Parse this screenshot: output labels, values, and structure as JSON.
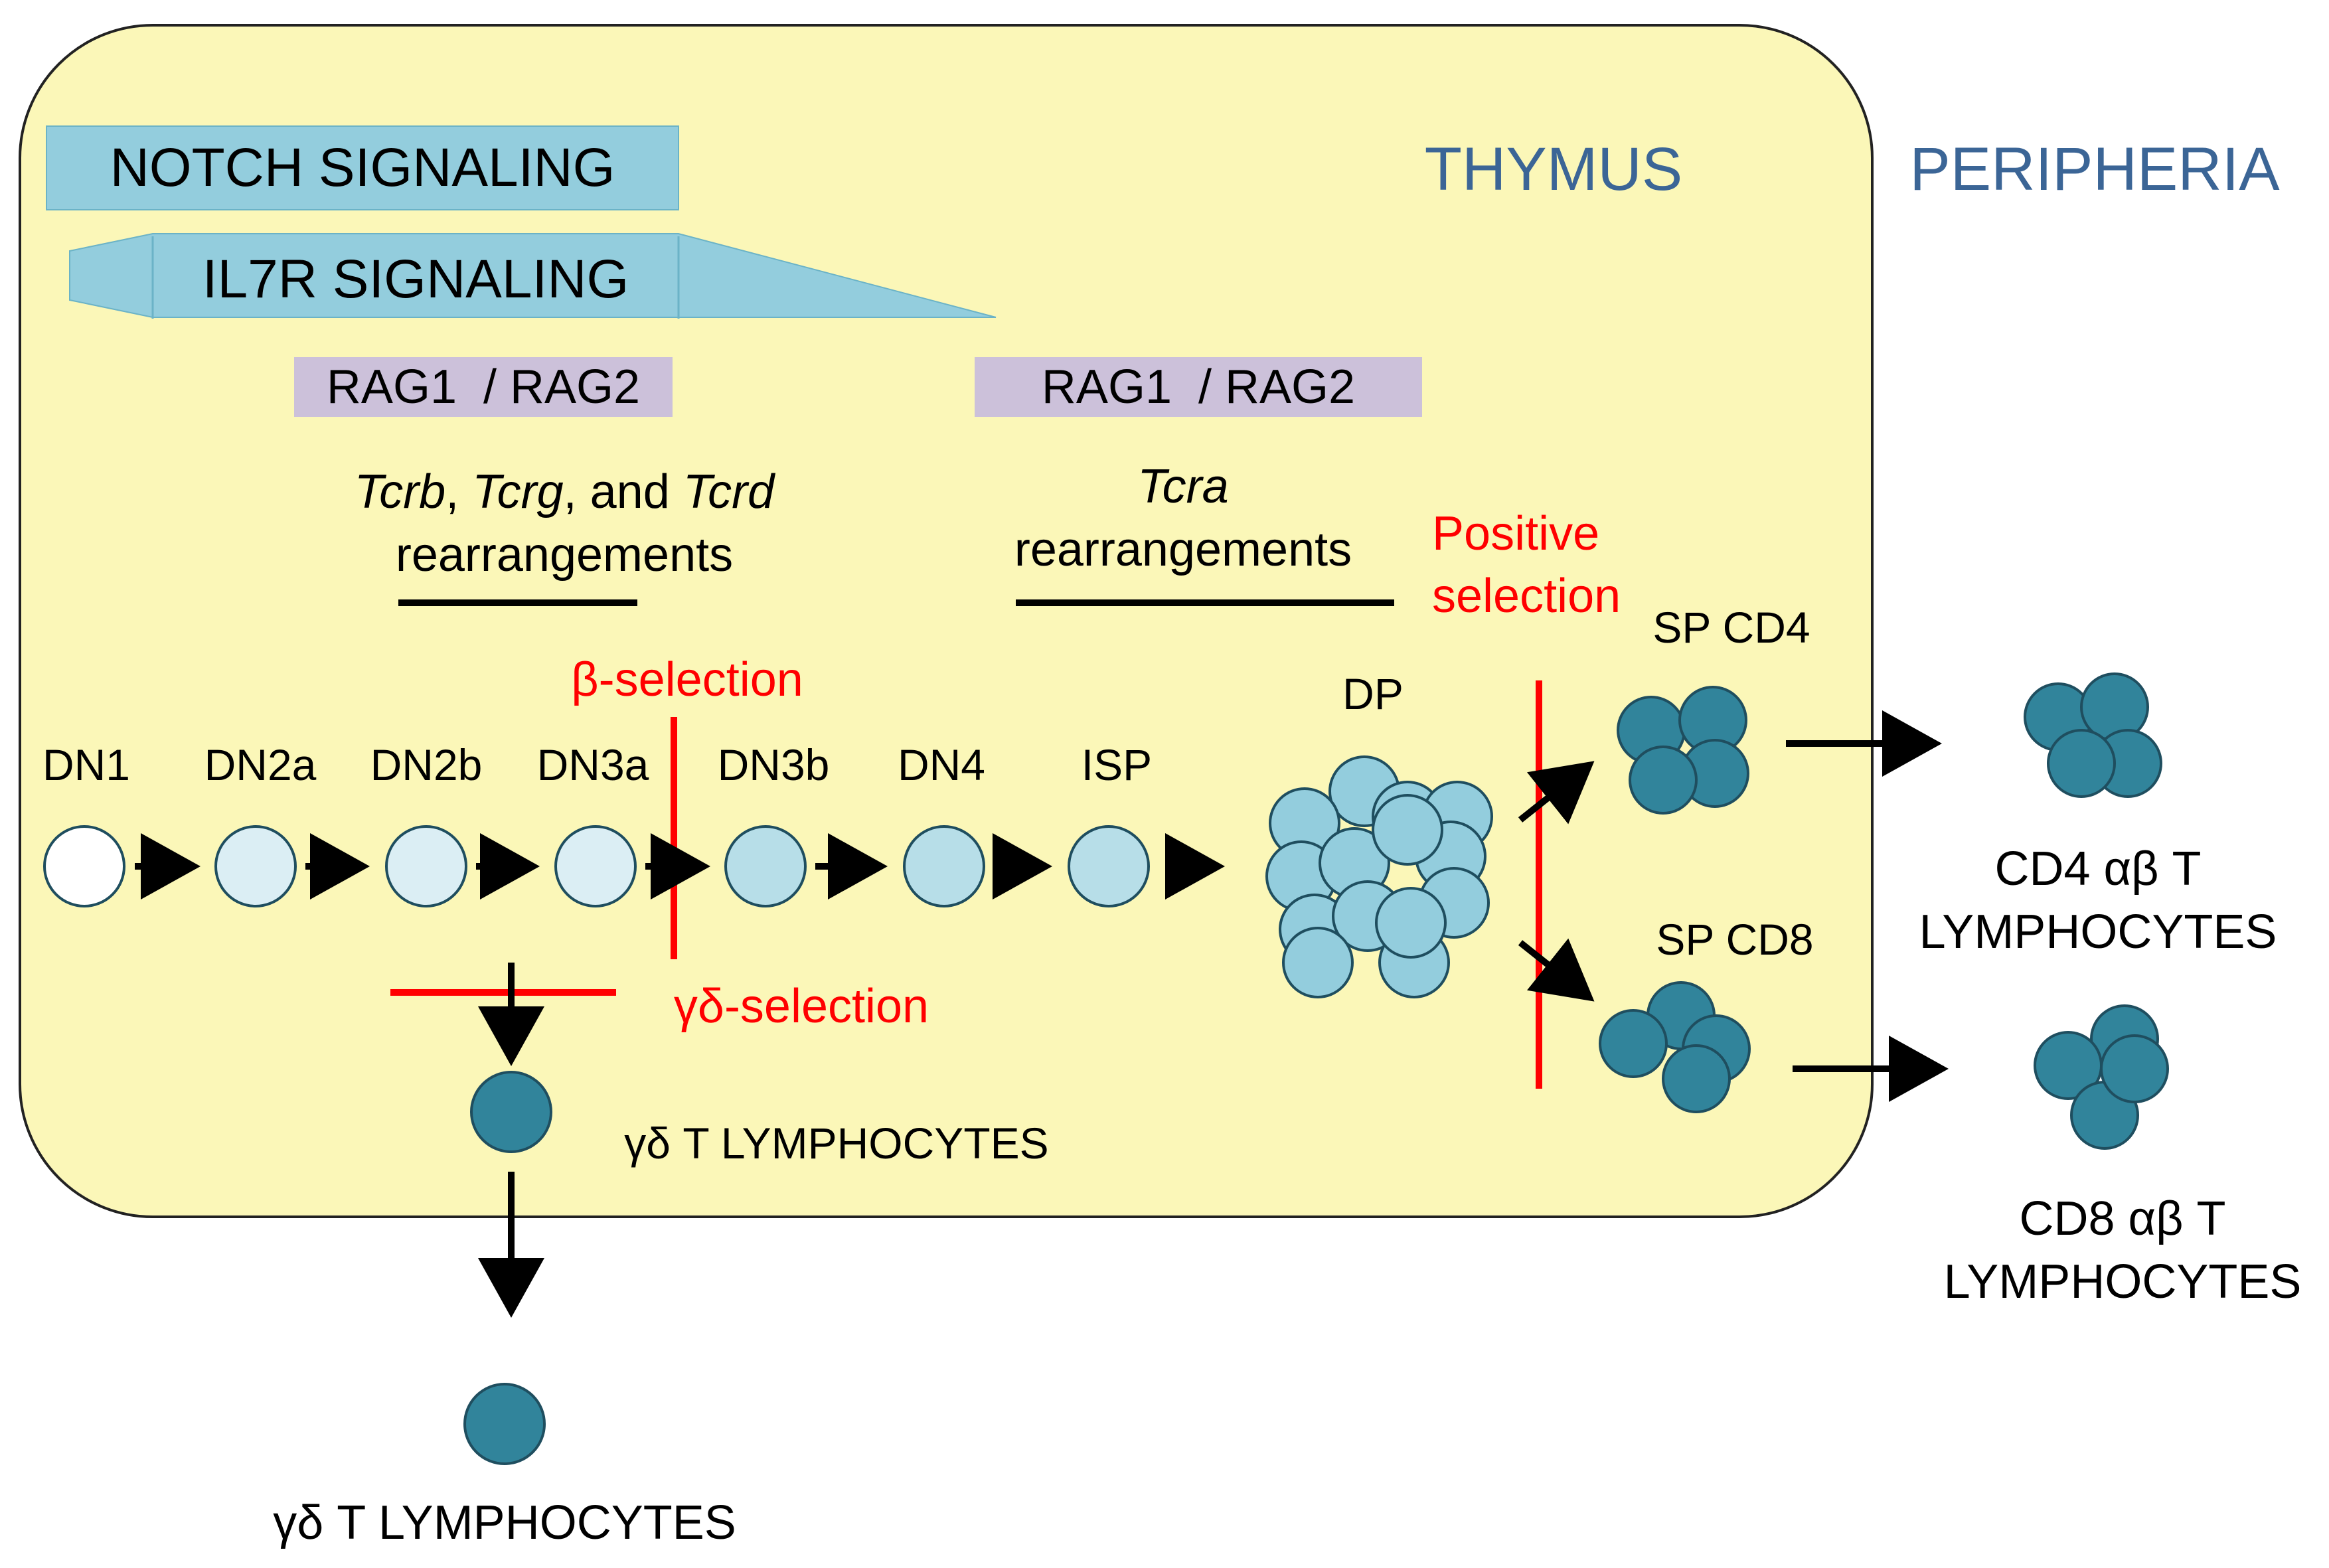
{
  "regions": {
    "thymus": "THYMUS",
    "periphery": "PERIPHERIA"
  },
  "signals": {
    "notch": "NOTCH SIGNALING",
    "il7r": "IL7R SIGNALING"
  },
  "rag": {
    "early": "RAG1  / RAG2",
    "late": "RAG1  / RAG2"
  },
  "rearrangements": {
    "early": {
      "gene1": "Tcrb",
      "sep1": ", ",
      "gene2": "Tcrg",
      "sep2": ", and ",
      "gene3": "Tcrd",
      "word": "rearrangements"
    },
    "late": {
      "gene": "Tcra",
      "word": "rearrangements"
    }
  },
  "selection": {
    "beta": "β-selection",
    "gammadelta": "γδ-selection",
    "positive_line1": "Positive",
    "positive_line2": "selection"
  },
  "stages": [
    "DN1",
    "DN2a",
    "DN2b",
    "DN3a",
    "DN3b",
    "DN4",
    "ISP"
  ],
  "dp_label": "DP",
  "sp_cd4_label": "SP CD4",
  "sp_cd8_label": "SP CD8",
  "outputs": {
    "cd4_line1": "CD4 αβ T",
    "cd4_line2": "LYMPHOCYTES",
    "cd8_line1": "CD8 αβ T",
    "cd8_line2": "LYMPHOCYTES",
    "gd_thymus": "γδ T LYMPHOCYTES",
    "gd_periphery": "γδ T LYMPHOCYTES"
  },
  "colors": {
    "thymus_fill": "#fbf7b8",
    "thymus_stroke": "#222222",
    "signal_bar": "#93cddd",
    "rag_box": "#ccc1da",
    "region_text": "#3b6596",
    "selection_red": "#ff0000",
    "dn1_cell": "#ffffff",
    "dn2_cell": "#dbeef4",
    "dn3b_cell": "#b7dee8",
    "dp_cell": "#93cddd",
    "mature_cell": "#31849b",
    "cell_stroke": "#1f4e5f"
  }
}
